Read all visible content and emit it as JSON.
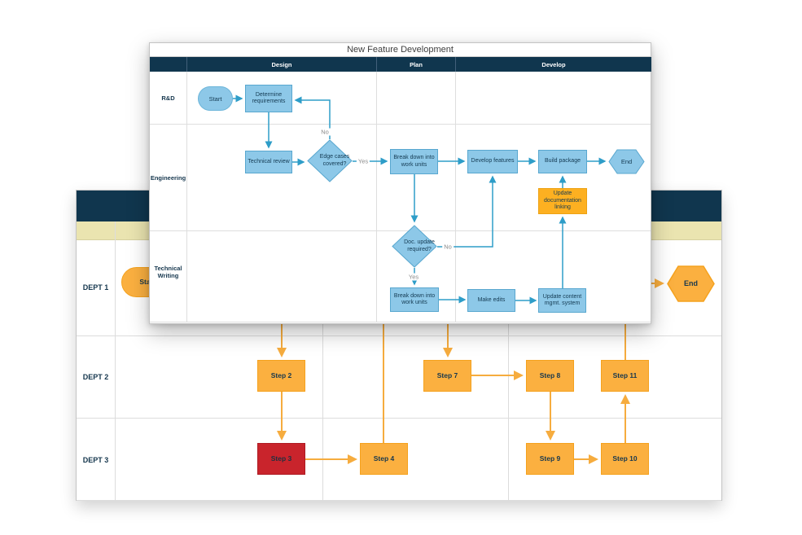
{
  "front_chart": {
    "title": "New Feature Development",
    "phases": {
      "design": "Design",
      "plan": "Plan",
      "develop": "Develop"
    },
    "lanes": {
      "rd": "R&D",
      "eng": "Engineering",
      "tw": "Technical Writing"
    },
    "nodes": {
      "start": {
        "label": "Start",
        "type": "start"
      },
      "determine_requirements": {
        "label": "Determine requirements",
        "type": "process"
      },
      "technical_review": {
        "label": "Technical review",
        "type": "process"
      },
      "edge_cases": {
        "label": "Edge cases covered?",
        "type": "decision"
      },
      "breakdown_eng": {
        "label": "Break down into work units",
        "type": "process"
      },
      "develop_features": {
        "label": "Develop features",
        "type": "process"
      },
      "build_package": {
        "label": "Build package",
        "type": "process"
      },
      "end": {
        "label": "End",
        "type": "end"
      },
      "update_doc_linking": {
        "label": "Update documentation linking",
        "type": "process-highlight"
      },
      "doc_update": {
        "label": "Doc. update required?",
        "type": "decision"
      },
      "breakdown_tw": {
        "label": "Break down into work units",
        "type": "process"
      },
      "make_edits": {
        "label": "Make edits",
        "type": "process"
      },
      "update_cms": {
        "label": "Update content mgmt. system",
        "type": "process"
      }
    },
    "edge_labels": {
      "no_loop": "No",
      "yes_proceed": "Yes",
      "no_docs": "No",
      "yes_docs": "Yes"
    }
  },
  "back_chart": {
    "lanes": {
      "d1": "DEPT 1",
      "d2": "DEPT 2",
      "d3": "DEPT 3"
    },
    "nodes": {
      "start": {
        "label": "Start",
        "type": "start"
      },
      "step2": {
        "label": "Step 2",
        "type": "step"
      },
      "step3": {
        "label": "Step 3",
        "type": "step-alert"
      },
      "step4": {
        "label": "Step 4",
        "type": "step"
      },
      "step7": {
        "label": "Step 7",
        "type": "step"
      },
      "step8": {
        "label": "Step 8",
        "type": "step"
      },
      "step9": {
        "label": "Step 9",
        "type": "step"
      },
      "step10": {
        "label": "Step 10",
        "type": "step"
      },
      "step11": {
        "label": "Step 11",
        "type": "step"
      },
      "end": {
        "label": "End",
        "type": "end"
      }
    }
  },
  "colors": {
    "navy_header": "#10364E",
    "tan_band": "#EAE4B0",
    "process_blue": "#8DC8E8",
    "process_blue_border": "#58A7CF",
    "connector_blue": "#2E9DC8",
    "accent_orange": "#FBB040",
    "highlight_orange": "#FDB021",
    "connector_orange": "#F6AC3E",
    "alert_red": "#C9242C",
    "label_navy": "#16374E"
  }
}
